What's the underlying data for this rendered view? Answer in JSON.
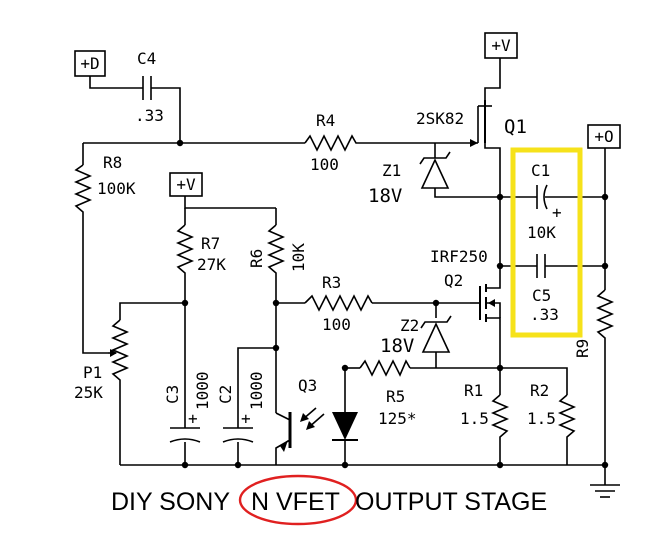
{
  "caption": {
    "before": "DIY SONY",
    "highlight": "N VFET",
    "after": "OUTPUT STAGE"
  },
  "highlight_colors": {
    "box": "#f6e21a",
    "circle": "#e02020"
  },
  "terminals": {
    "d": "+D",
    "v_top": "+V",
    "v_mid": "+V",
    "out": "+O"
  },
  "components": {
    "c4": {
      "name": "C4",
      "value": ".33"
    },
    "r4": {
      "name": "R4",
      "value": "100"
    },
    "r8": {
      "name": "R8",
      "value": "100K"
    },
    "r7": {
      "name": "R7",
      "value": "27K"
    },
    "r6": {
      "name": "R6",
      "value": "10K"
    },
    "r3": {
      "name": "R3",
      "value": "100"
    },
    "z1": {
      "name": "Z1",
      "value": "18V"
    },
    "z2": {
      "name": "Z2",
      "value": "18V"
    },
    "q1": {
      "name": "Q1",
      "part": "2SK82"
    },
    "q2": {
      "name": "Q2",
      "part": "IRF250"
    },
    "q3": {
      "name": "Q3"
    },
    "c1": {
      "name": "C1",
      "value": "10K"
    },
    "c5": {
      "name": "C5",
      "value": ".33"
    },
    "r9": {
      "name": "R9"
    },
    "p1": {
      "name": "P1",
      "value": "25K"
    },
    "c3": {
      "name": "C3",
      "value": "1000"
    },
    "c2": {
      "name": "C2",
      "value": "1000"
    },
    "r5": {
      "name": "R5",
      "value": "125*"
    },
    "r1": {
      "name": "R1",
      "value": "1.5"
    },
    "r2": {
      "name": "R2",
      "value": "1.5"
    }
  }
}
